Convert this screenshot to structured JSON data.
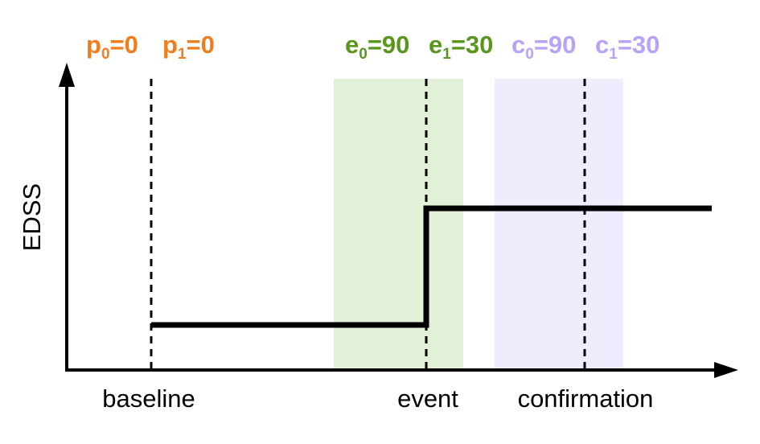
{
  "axis": {
    "ylabel": "EDSS"
  },
  "colors": {
    "baseline_param": "#f07d1e",
    "event_param": "#5a961e",
    "confirmation_param": "#b9a2f5",
    "event_band": "#e1f0d7",
    "confirmation_band": "#f0ecfd",
    "line": "#000000"
  },
  "params": {
    "p0": {
      "letter": "p",
      "sub": "0",
      "value": "=0"
    },
    "p1": {
      "letter": "p",
      "sub": "1",
      "value": "=0"
    },
    "e0": {
      "letter": "e",
      "sub": "0",
      "value": "=90"
    },
    "e1": {
      "letter": "e",
      "sub": "1",
      "value": "=30"
    },
    "c0": {
      "letter": "c",
      "sub": "0",
      "value": "=90"
    },
    "c1": {
      "letter": "c",
      "sub": "1",
      "value": "=30"
    }
  },
  "timepoints": {
    "baseline": "baseline",
    "event": "event",
    "confirmation": "confirmation"
  }
}
